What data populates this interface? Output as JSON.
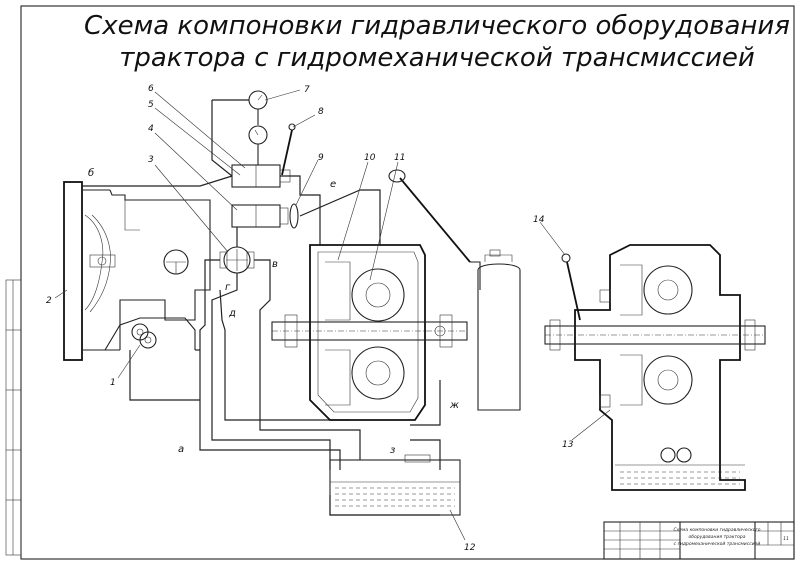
{
  "title": {
    "line1": "Схема компоновки гидравлического оборудования",
    "line2": "трактора с гидромеханической трансмиссией"
  },
  "part_numbers": [
    "1",
    "2",
    "3",
    "4",
    "5",
    "6",
    "7",
    "8",
    "9",
    "10",
    "11",
    "12",
    "13",
    "14"
  ],
  "line_letters": [
    "а",
    "б",
    "в",
    "г",
    "д",
    "е",
    "ж",
    "з"
  ],
  "title_block": {
    "name_line1": "Схема компоновки гидравлического",
    "name_line2": "оборудования трактора",
    "name_line3": "с гидромеханической трансмиссией",
    "sheet_count": "11"
  }
}
